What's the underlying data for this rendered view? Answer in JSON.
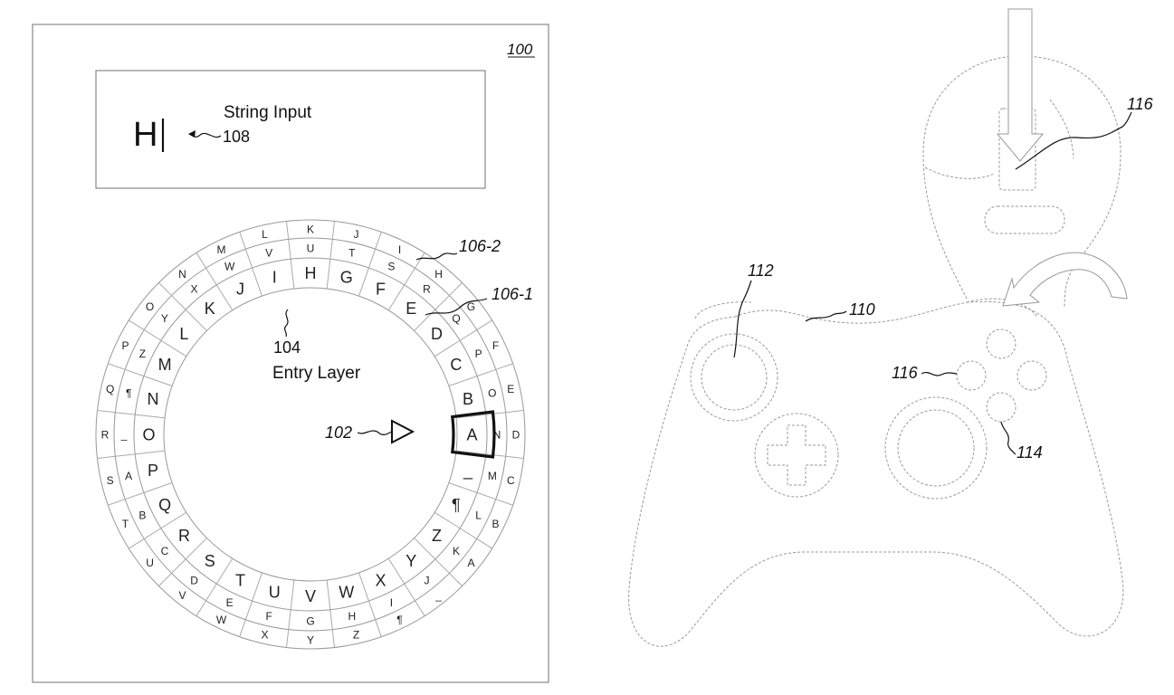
{
  "labels": {
    "device_ref": "100",
    "string_input_label": "String Input",
    "string_input_ref": "108",
    "string_input_value": "H",
    "cursor_ref": "102",
    "entry_layer_ref": "104",
    "entry_layer_label": "Entry Layer",
    "ring_outer_ref": "106-2",
    "ring_inner_ref": "106-1",
    "controller_ref": "110",
    "thumbstick_ref": "112",
    "button_ref": "114",
    "button_ref_2": "116",
    "wand_ref": "116"
  },
  "entry_layer": [
    "A",
    "B",
    "C",
    "D",
    "E",
    "F",
    "G",
    "H",
    "I",
    "J",
    "K",
    "L",
    "M",
    "N",
    "O",
    "P",
    "Q",
    "R",
    "S",
    "T",
    "U",
    "V",
    "W",
    "X",
    "Y",
    "Z",
    "¶",
    "_"
  ],
  "selected_letter": "A",
  "ring_inner": [
    "N",
    "O",
    "P",
    "Q",
    "R",
    "S",
    "T",
    "U",
    "V",
    "W",
    "X",
    "Y",
    "Z",
    "¶",
    "_",
    "A",
    "B",
    "C",
    "D",
    "E",
    "F",
    "G",
    "H",
    "I",
    "J",
    "K",
    "L",
    "M"
  ],
  "ring_outer": [
    "D",
    "E",
    "F",
    "G",
    "H",
    "I",
    "J",
    "K",
    "L",
    "M",
    "N",
    "O",
    "P",
    "Q",
    "R",
    "S",
    "T",
    "U",
    "V",
    "W",
    "X",
    "Y",
    "Z",
    "¶",
    "_",
    "A",
    "B",
    "C"
  ]
}
